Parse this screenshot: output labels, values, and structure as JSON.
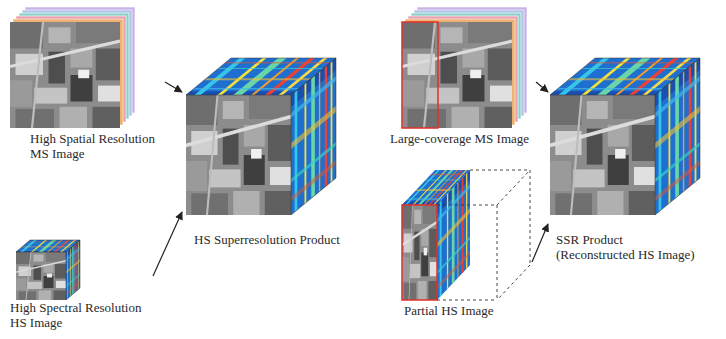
{
  "diagram": {
    "nodes": [
      {
        "text": [
          "High Spatial Resolution MS Image"
        ]
      },
      {
        "text": [
          "High Spectral Resolution HS Image"
        ]
      },
      {
        "text": [
          "HS Superresolution Product"
        ]
      },
      {
        "text": [
          "Large-coverage MS Image"
        ]
      },
      {
        "text": [
          "Partial HS Image"
        ]
      },
      {
        "text": [
          "SSR Product (Reconstructed HS Image)"
        ]
      }
    ],
    "edges": [
      {
        "from": 0,
        "to": 2,
        "arrow": "to"
      },
      {
        "from": 1,
        "to": 2,
        "arrow": "to"
      },
      {
        "from": 3,
        "to": 5,
        "arrow": "to"
      },
      {
        "from": 4,
        "to": 5,
        "arrow": "to"
      }
    ]
  }
}
